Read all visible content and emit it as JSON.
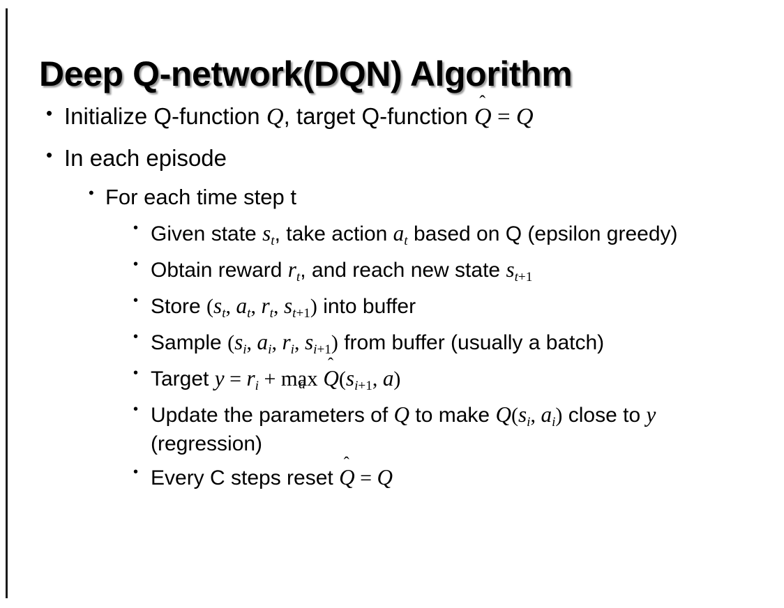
{
  "slide": {
    "title": "Deep Q-network(DQN) Algorithm",
    "background_color": "#ffffff",
    "text_color": "#000000",
    "accent_rule_color": "#1a1a1a",
    "bullets": [
      {
        "level": 1,
        "marker": "•",
        "plain_text": "Initialize Q-function Q, target Q-function Q̂ = Q",
        "segments": [
          {
            "type": "text",
            "value": "Initialize Q-function "
          },
          {
            "type": "math-italic",
            "value": "Q"
          },
          {
            "type": "text",
            "value": ", target Q-function "
          },
          {
            "type": "math-hat",
            "value": "Q"
          },
          {
            "type": "math-op",
            "value": " = "
          },
          {
            "type": "math-italic",
            "value": "Q"
          }
        ]
      },
      {
        "level": 1,
        "marker": "•",
        "plain_text": "In each episode",
        "segments": [
          {
            "type": "text",
            "value": "In each episode"
          }
        ]
      },
      {
        "level": 2,
        "marker": "•",
        "plain_text": "For each time step t",
        "segments": [
          {
            "type": "text",
            "value": "For each time step t"
          }
        ]
      },
      {
        "level": 3,
        "marker": "•",
        "plain_text": "Given state s_t, take action a_t based on Q (epsilon greedy)",
        "segments": [
          {
            "type": "text",
            "value": "Given state "
          },
          {
            "type": "math-sub",
            "base": "s",
            "sub": "t"
          },
          {
            "type": "text",
            "value": ", take action "
          },
          {
            "type": "math-sub",
            "base": "a",
            "sub": "t"
          },
          {
            "type": "text",
            "value": " based on Q (epsilon greedy)"
          }
        ]
      },
      {
        "level": 3,
        "marker": "•",
        "plain_text": "Obtain reward r_t, and reach new state s_t+1",
        "segments": [
          {
            "type": "text",
            "value": "Obtain reward "
          },
          {
            "type": "math-sub",
            "base": "r",
            "sub": "t"
          },
          {
            "type": "text",
            "value": ", and reach new state "
          },
          {
            "type": "math-sub",
            "base": "s",
            "sub": "t+1"
          }
        ]
      },
      {
        "level": 3,
        "marker": "•",
        "plain_text": "Store (s_t, a_t, r_t, s_t+1) into buffer",
        "segments": [
          {
            "type": "text",
            "value": "Store "
          },
          {
            "type": "math-op",
            "value": "("
          },
          {
            "type": "math-sub",
            "base": "s",
            "sub": "t"
          },
          {
            "type": "math-op",
            "value": ", "
          },
          {
            "type": "math-sub",
            "base": "a",
            "sub": "t"
          },
          {
            "type": "math-op",
            "value": ", "
          },
          {
            "type": "math-sub",
            "base": "r",
            "sub": "t"
          },
          {
            "type": "math-op",
            "value": ", "
          },
          {
            "type": "math-sub",
            "base": "s",
            "sub": "t+1"
          },
          {
            "type": "math-op",
            "value": ")"
          },
          {
            "type": "text",
            "value": " into buffer"
          }
        ]
      },
      {
        "level": 3,
        "marker": "•",
        "plain_text": "Sample (s_i, a_i, r_i, s_i+1) from buffer (usually a batch)",
        "segments": [
          {
            "type": "text",
            "value": "Sample "
          },
          {
            "type": "math-op",
            "value": "("
          },
          {
            "type": "math-sub",
            "base": "s",
            "sub": "i"
          },
          {
            "type": "math-op",
            "value": ", "
          },
          {
            "type": "math-sub",
            "base": "a",
            "sub": "i"
          },
          {
            "type": "math-op",
            "value": ", "
          },
          {
            "type": "math-sub",
            "base": "r",
            "sub": "i"
          },
          {
            "type": "math-op",
            "value": ", "
          },
          {
            "type": "math-sub",
            "base": "s",
            "sub": "i+1"
          },
          {
            "type": "math-op",
            "value": ")"
          },
          {
            "type": "text",
            "value": " from buffer (usually a batch)"
          }
        ]
      },
      {
        "level": 3,
        "marker": "•",
        "plain_text": "Target y = r_i + max_a Q̂(s_i+1, a)",
        "segments": [
          {
            "type": "text",
            "value": "Target "
          },
          {
            "type": "math-italic",
            "value": "y"
          },
          {
            "type": "math-op",
            "value": " = "
          },
          {
            "type": "math-sub",
            "base": "r",
            "sub": "i"
          },
          {
            "type": "math-op",
            "value": " + "
          },
          {
            "type": "math-underop",
            "op": "max",
            "under": "a"
          },
          {
            "type": "math-hat",
            "value": "Q"
          },
          {
            "type": "math-op",
            "value": "("
          },
          {
            "type": "math-sub",
            "base": "s",
            "sub": "i+1"
          },
          {
            "type": "math-op",
            "value": ", "
          },
          {
            "type": "math-italic",
            "value": "a"
          },
          {
            "type": "math-op",
            "value": ")"
          }
        ]
      },
      {
        "level": 3,
        "marker": "•",
        "plain_text": "Update the parameters of Q to make Q(s_i, a_i) close to y (regression)",
        "segments": [
          {
            "type": "text",
            "value": "Update the parameters of "
          },
          {
            "type": "math-italic",
            "value": "Q"
          },
          {
            "type": "text",
            "value": " to make "
          },
          {
            "type": "math-italic",
            "value": "Q"
          },
          {
            "type": "math-op",
            "value": "("
          },
          {
            "type": "math-sub",
            "base": "s",
            "sub": "i"
          },
          {
            "type": "math-op",
            "value": ", "
          },
          {
            "type": "math-sub",
            "base": "a",
            "sub": "i"
          },
          {
            "type": "math-op",
            "value": ")"
          },
          {
            "type": "text",
            "value": " close to "
          },
          {
            "type": "math-italic",
            "value": "y"
          },
          {
            "type": "text",
            "value": " (regression)"
          }
        ]
      },
      {
        "level": 3,
        "marker": "•",
        "plain_text": "Every C steps reset Q̂ = Q",
        "segments": [
          {
            "type": "text",
            "value": "Every C steps reset "
          },
          {
            "type": "math-hat",
            "value": "Q"
          },
          {
            "type": "math-op",
            "value": " = "
          },
          {
            "type": "math-italic",
            "value": "Q"
          }
        ]
      }
    ]
  }
}
